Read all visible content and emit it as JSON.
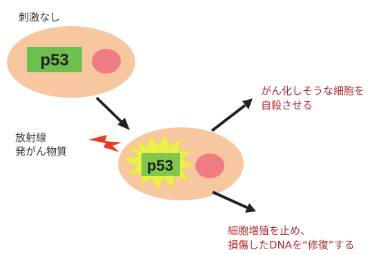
{
  "labels": {
    "no_stimulus": "刺激なし",
    "stimulus": "放射線\n発がん物質",
    "outcome_apoptosis": "がん化しそうな細胞を\n自殺させる",
    "outcome_repair": "細胞増殖を止め、\n損傷したDNAを“修復”する"
  },
  "cell_top": {
    "protein_label": "p53"
  },
  "cell_bottom": {
    "protein_label": "p53"
  },
  "colors": {
    "cell_fill": "#f7c7a0",
    "nucleus": "#ef7c84",
    "p53_box": "#6dbf4e",
    "burst": "#eef04a",
    "lightning": "#e83a1f",
    "outcome_text": "#b0292f"
  }
}
